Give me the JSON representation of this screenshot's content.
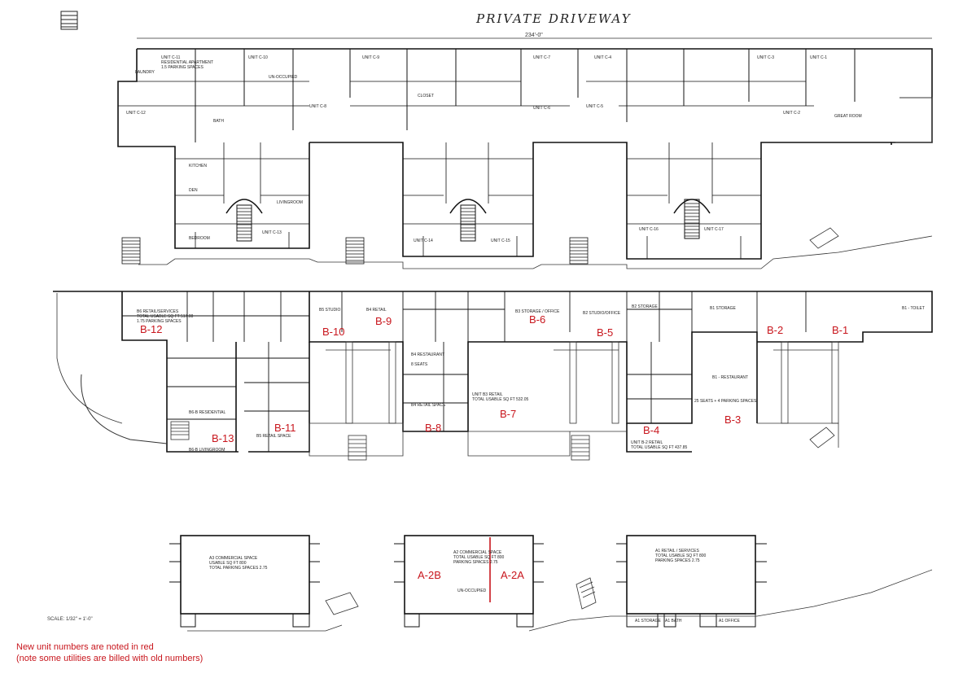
{
  "header": {
    "title": "PRIVATE DRIVEWAY",
    "dimension": "234'-0\""
  },
  "scale": "SCALE: 1/32\" = 1'-0\"",
  "notes": {
    "line1": "New unit numbers are noted in red",
    "line2": "(note some utilities are billed with old numbers)"
  },
  "red_units": {
    "b12": "B-12",
    "b10": "B-10",
    "b9": "B-9",
    "b6": "B-6",
    "b5": "B-5",
    "b2": "B-2",
    "b1": "B-1",
    "b13": "B-13",
    "b11": "B-11",
    "b8": "B-8",
    "b7": "B-7",
    "b4": "B-4",
    "b3": "B-3",
    "a2b": "A-2B",
    "a2a": "A-2A"
  },
  "room_labels": {
    "c11": "UNIT C-11",
    "c10": "UNIT C-10",
    "c9": "UNIT C-9",
    "c7": "UNIT C-7",
    "c4": "UNIT C-4",
    "c3": "UNIT C-3",
    "c1": "UNIT C-1",
    "c12": "UNIT C-12",
    "c8": "UNIT C-8",
    "c6": "UNIT C-6",
    "c5": "UNIT C-5",
    "c2": "UNIT C-2",
    "c13": "UNIT C-13",
    "c14": "UNIT C-14",
    "c15": "UNIT C-15",
    "c16": "UNIT C-16",
    "c17": "UNIT C-17",
    "res": "RESIDENTIAL APARTMENT",
    "park15": "1.5 PARKING SPACES",
    "unocc": "UN-OCCUPIED",
    "bedroom": "BEDROOM",
    "kitchen": "KITCHEN",
    "bath": "BATH",
    "living": "LIVINGROOM",
    "closet": "CLOSET",
    "den": "DEN",
    "great": "GREAT ROOM",
    "laundry": "LAUNDRY",
    "b6retail": "B6 RETAIL/SERVICES",
    "b6usable": "TOTAL USABLE SQ FT 517.08",
    "b6park": "1.75 PARKING SPACES",
    "b5studio": "B5 STUDIO",
    "b4retail": "B4 RETAIL",
    "b3storage": "B3 STORAGE / OFFICE",
    "b2studio": "B2 STUDIO/OFFICE",
    "b2storage": "B2 STORAGE",
    "b1storage": "B1 STORAGE",
    "b1toilet": "B1 - TOILET",
    "b4rest": "B4 RESTAURANT",
    "b4seats": "8 SEATS",
    "b3retail": "UNIT B3 RETAIL",
    "b3usable": "TOTAL USABLE SQ FT 532.05",
    "b1rest": "B1 - RESTAURANT",
    "b1seats": "25 SEATS + 4 PARKING SPACES",
    "b6res": "B6-B RESIDENTIAL",
    "b6bliving": "B6-B LIVINGROOM",
    "b5retail": "B5 RETAIL SPACE",
    "b4space": "B4 RETAIL SPACE",
    "b2retail": "UNIT B-2 RETAIL",
    "b2usable": "TOTAL USABLE SQ FT 437.85",
    "a3": "A3 COMMERCIAL SPACE",
    "a3usable": "USABLE SQ FT 800",
    "a3park": "TOTAL PARKING SPACES 2.75",
    "a2": "A2 COMMERCIAL SPACE",
    "a2usable": "TOTAL USABLE SQ FT 800",
    "a2park": "PARKING SPACES 2.75",
    "a1": "A1 RETAIL / SERVICES",
    "a1usable": "TOTAL USABLE SQ FT 800",
    "a1park": "PARKING SPACES 2.75",
    "a1storage": "A1 STORAGE",
    "a1bath": "A1 BATH",
    "a1office": "A1 OFFICE"
  }
}
